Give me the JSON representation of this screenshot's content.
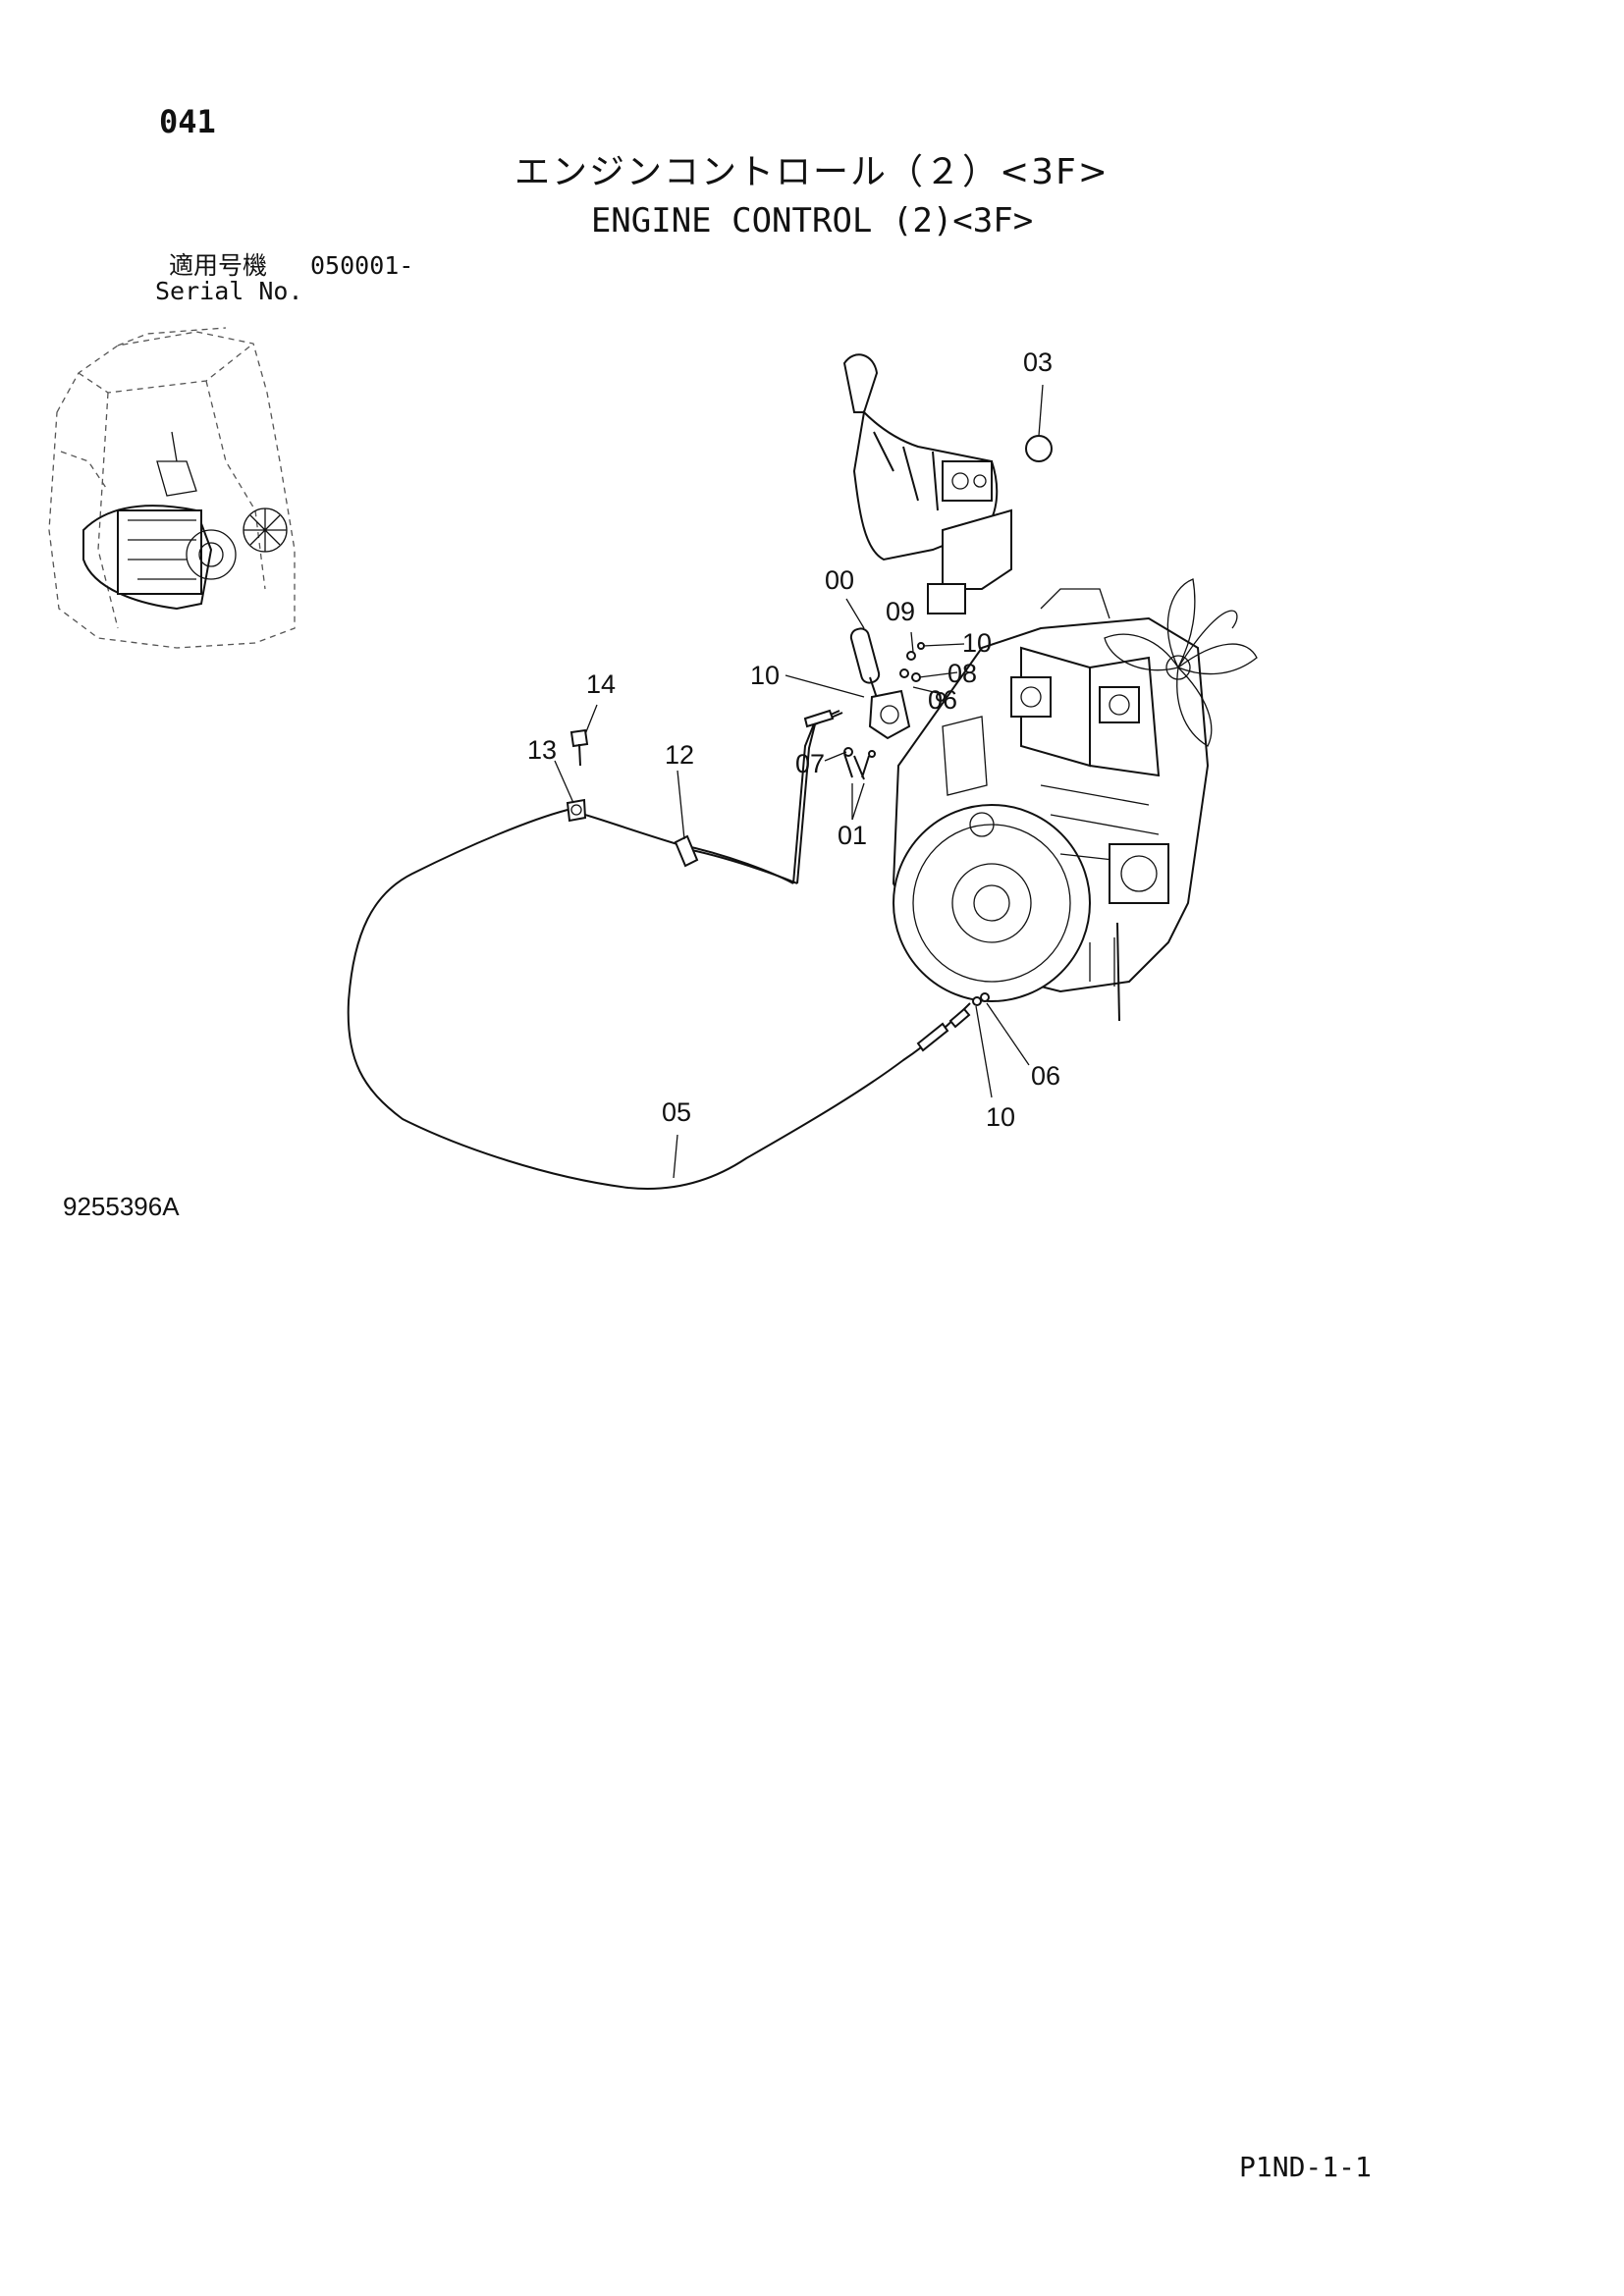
{
  "header": {
    "page_number": "041",
    "title_jp": "エンジンコントロール（２）<3F>",
    "title_en": "ENGINE CONTROL (2)<3F>",
    "applicability_label": "適用号機",
    "applicability_range": "050001-",
    "serial_label": "Serial No."
  },
  "callouts": {
    "c00": "00",
    "c01": "01",
    "c03": "03",
    "c05": "05",
    "c06a": "06",
    "c06b": "06",
    "c07": "07",
    "c08": "08",
    "c09": "09",
    "c10a": "10",
    "c10b": "10",
    "c10c": "10",
    "c12": "12",
    "c13": "13",
    "c14": "14"
  },
  "footer": {
    "drawing_number": "9255396A",
    "sheet_code": "P1ND-1-1"
  }
}
